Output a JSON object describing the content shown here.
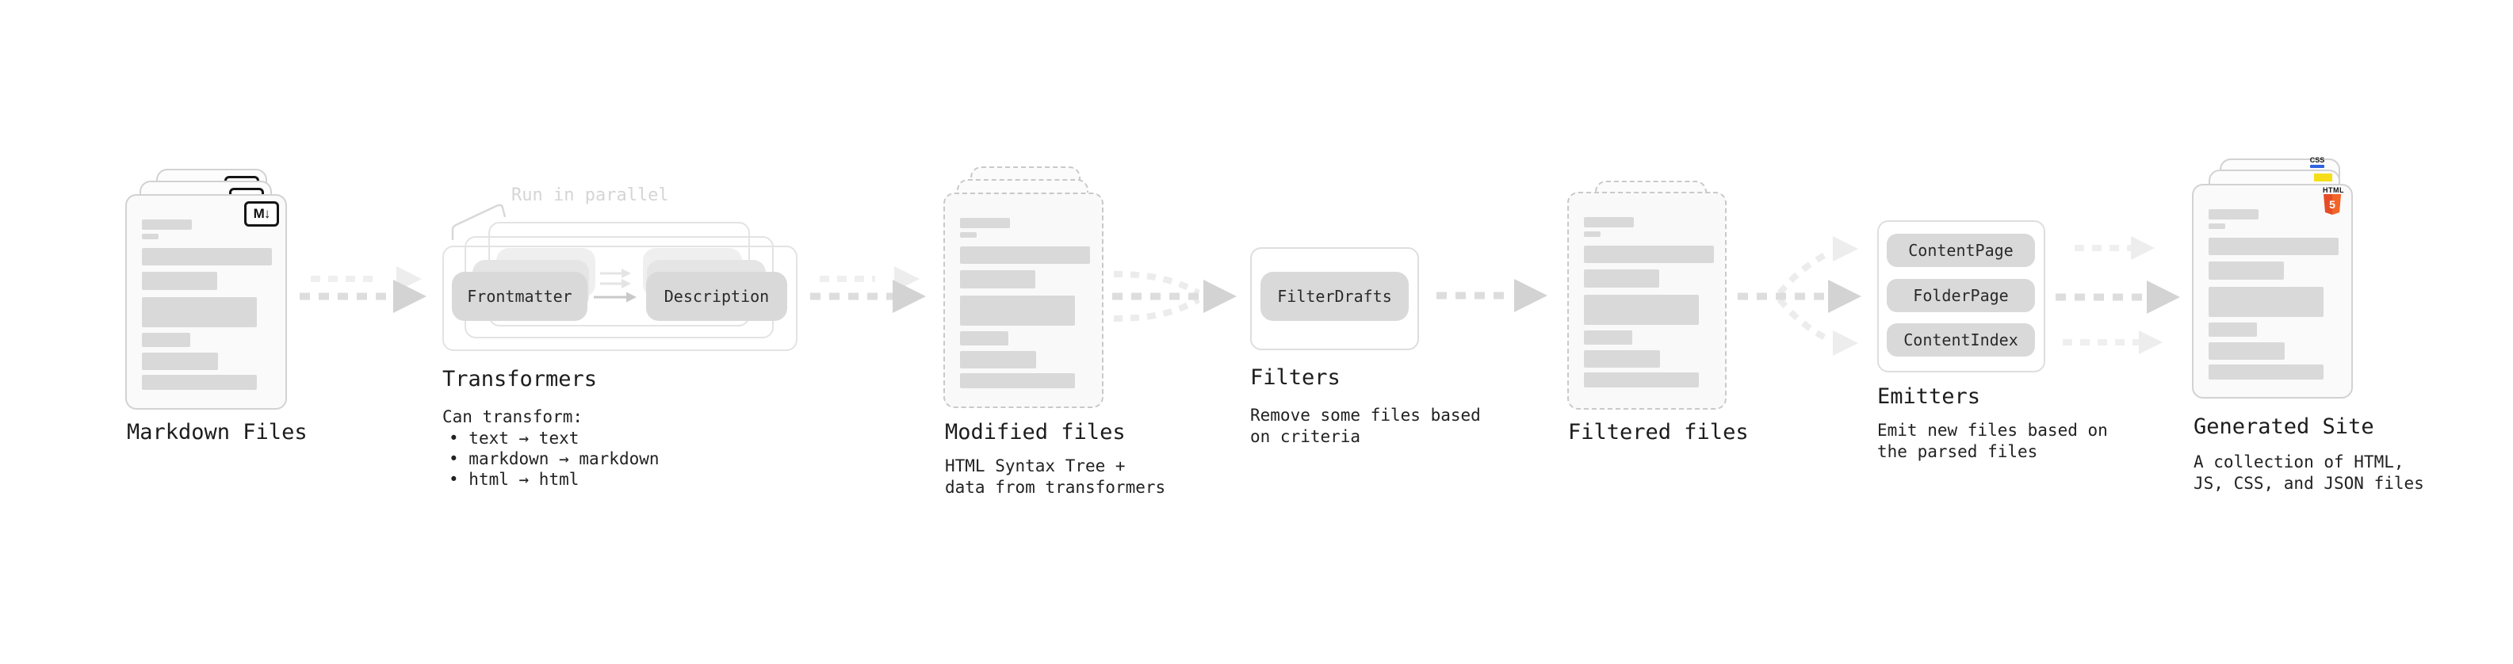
{
  "diagram": {
    "markdown_files": {
      "label": "Markdown Files",
      "icon": "M↓"
    },
    "transformers": {
      "label": "Transformers",
      "annotation": "Run in parallel",
      "left_pill": "Frontmatter",
      "right_pill": "Description",
      "description": "Can transform:",
      "bullets": [
        "text → text",
        "markdown → markdown",
        "html → html"
      ]
    },
    "modified_files": {
      "label": "Modified files",
      "description": "HTML Syntax Tree +\ndata from transformers"
    },
    "filters": {
      "label": "Filters",
      "pill": "FilterDrafts",
      "description": "Remove some files based\non criteria"
    },
    "filtered_files": {
      "label": "Filtered files"
    },
    "emitters": {
      "label": "Emitters",
      "pills": [
        "ContentPage",
        "FolderPage",
        "ContentIndex"
      ],
      "description": "Emit new files based on\nthe parsed files"
    },
    "generated_site": {
      "label": "Generated Site",
      "description": "A collection of HTML,\nJS, CSS, and JSON files",
      "css_badge": "CSS",
      "html_badge": "HTML",
      "html5_number": "5"
    }
  },
  "colors": {
    "accent_orange": "#e44d26",
    "accent_orange_light": "#f16529",
    "accent_yellow": "#f5de19",
    "accent_blue": "#2f63e0"
  }
}
